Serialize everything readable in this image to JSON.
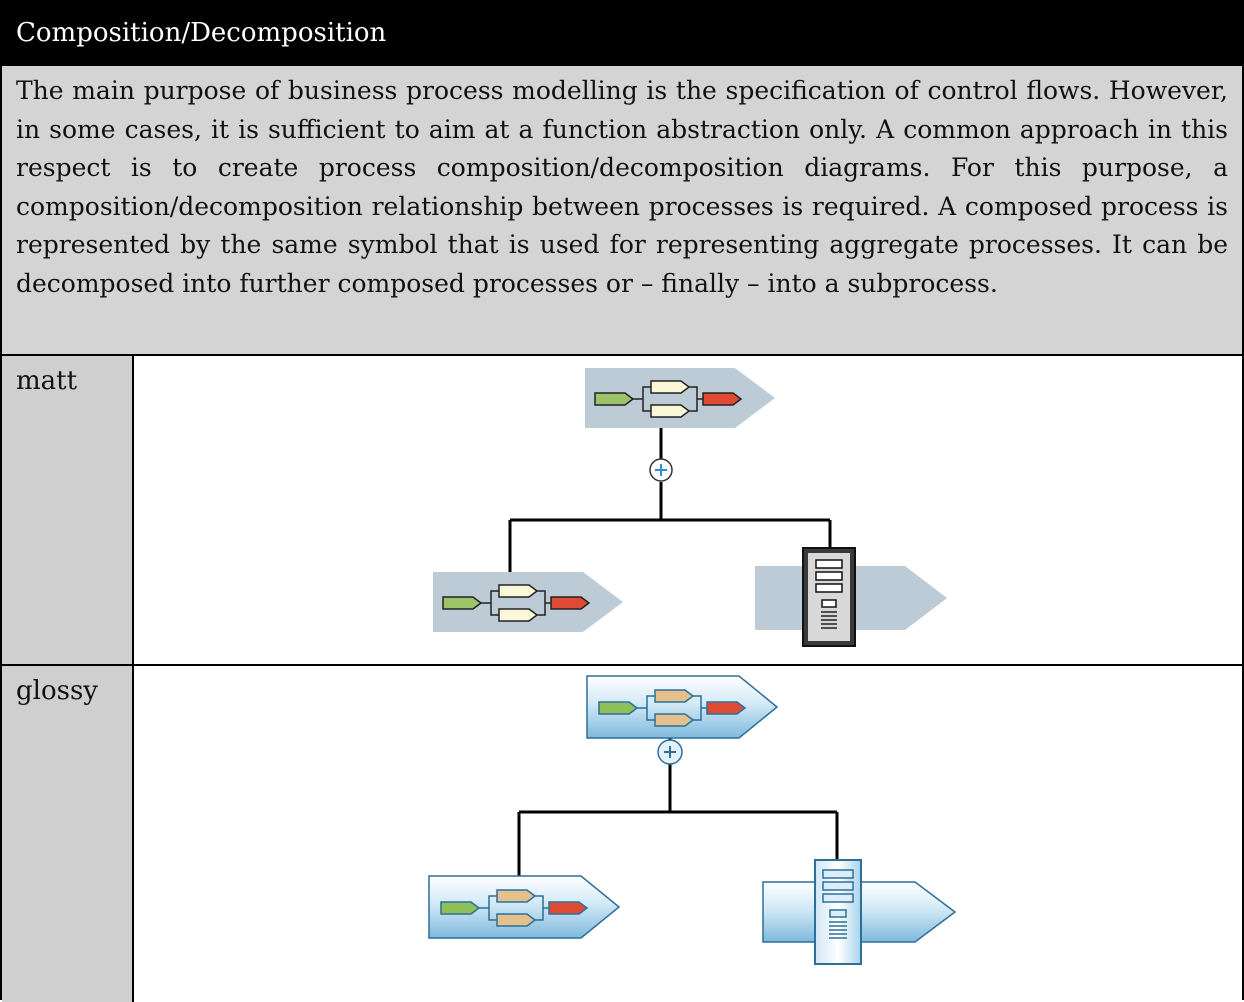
{
  "header": {
    "title": "Composition/Decomposition"
  },
  "description": {
    "text": "The main purpose of business process modelling is the specification of control flows. However, in some cases, it is sufficient to aim at a function abstraction only. A common approach in this respect is to create process composition/decomposition diagrams. For this purpose, a composition/decomposition relationship between processes is required. A composed process is represented by the same symbol that is used for representing aggregate processes. It can be decomposed into further composed processes or – finally – into a subprocess."
  },
  "rows": [
    {
      "label": "matt"
    },
    {
      "label": "glossy"
    }
  ],
  "colors": {
    "matt_fill": "#bccbd6",
    "glossy_fill_top": "#e9f4fb",
    "glossy_fill_bottom": "#8fc3e3",
    "glossy_stroke": "#2c6f99",
    "start_green": "#9cc36a",
    "end_red": "#de4a32",
    "box_cream": "#fbf7d9",
    "box_tan": "#e3c08c",
    "plus_blue": "#2f8fd8"
  },
  "icons": [
    "aggregate-process-icon",
    "subprocess-server-icon",
    "decomposition-plus-icon"
  ]
}
